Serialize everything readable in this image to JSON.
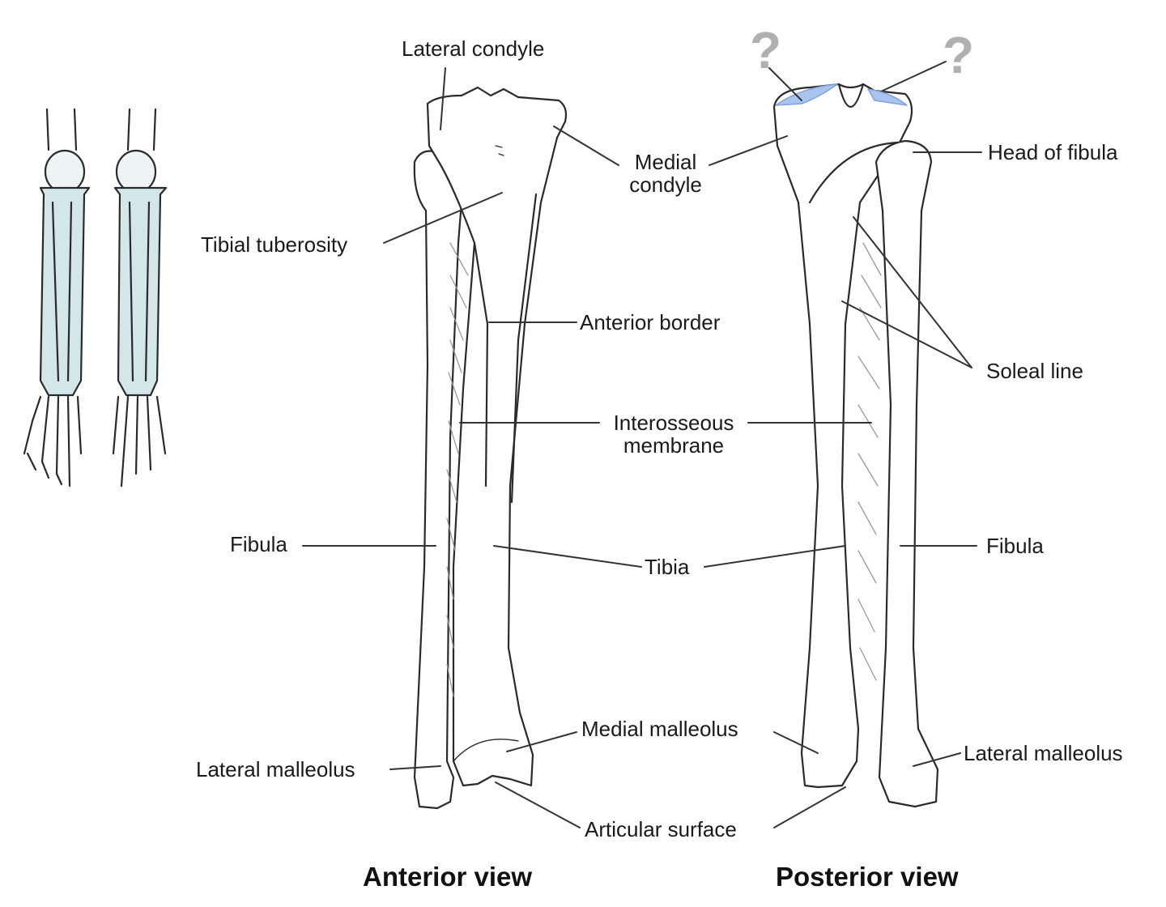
{
  "labels": {
    "lateral_condyle": "Lateral condyle",
    "medial_condyle_line1": "Medial",
    "medial_condyle_line2": "condyle",
    "head_of_fibula": "Head of fibula",
    "tibial_tuberosity": "Tibial tuberosity",
    "anterior_border": "Anterior border",
    "soleal_line": "Soleal line",
    "interosseous_line1": "Interosseous",
    "interosseous_line2": "membrane",
    "fibula_left": "Fibula",
    "fibula_right": "Fibula",
    "tibia": "Tibia",
    "medial_malleolus": "Medial malleolus",
    "lateral_malleolus_left": "Lateral malleolus",
    "lateral_malleolus_right": "Lateral malleolus",
    "articular_surface": "Articular surface"
  },
  "views": {
    "anterior": "Anterior view",
    "posterior": "Posterior view"
  },
  "unknown_markers": [
    "?",
    "?"
  ],
  "colors": {
    "highlight_blue": "#a9c4ee",
    "legs_tint": "#d3e6e8",
    "outline": "#2a2a2a",
    "leader": "#333333"
  }
}
